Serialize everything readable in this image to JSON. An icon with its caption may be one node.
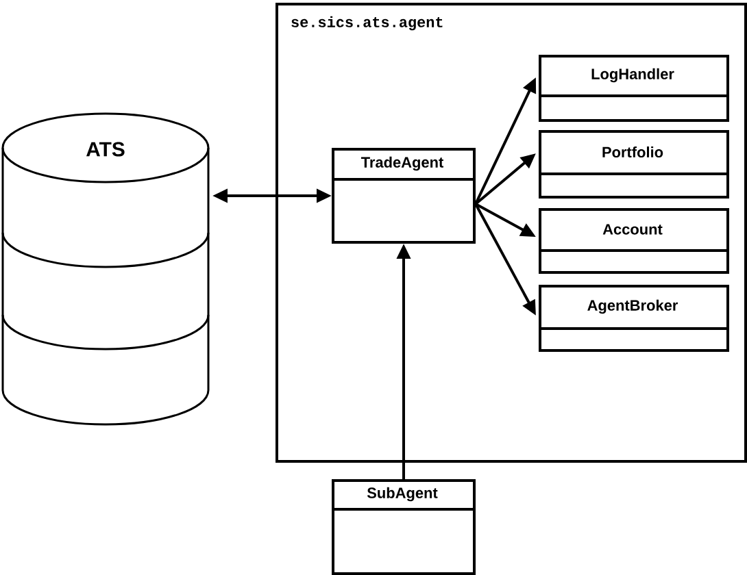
{
  "diagram": {
    "nodes": [
      {
        "text": [
          "se.sics.ats.agent"
        ]
      },
      {
        "text": [
          "ATS"
        ]
      },
      {
        "text": [
          "TradeAgent"
        ],
        "in": 0
      },
      {
        "text": [
          "LogHandler"
        ],
        "in": 0
      },
      {
        "text": [
          "Portfolio"
        ],
        "in": 0
      },
      {
        "text": [
          "Account"
        ],
        "in": 0
      },
      {
        "text": [
          "AgentBroker"
        ],
        "in": 0
      },
      {
        "text": [
          "SubAgent"
        ]
      }
    ],
    "edges": [
      {
        "from": 1,
        "to": 2,
        "arrow": "both"
      },
      {
        "from": 2,
        "to": 3,
        "arrow": "to"
      },
      {
        "from": 2,
        "to": 4,
        "arrow": "to"
      },
      {
        "from": 2,
        "to": 5,
        "arrow": "to"
      },
      {
        "from": 2,
        "to": 6,
        "arrow": "to"
      },
      {
        "from": 7,
        "to": 2,
        "arrow": "to"
      }
    ]
  }
}
